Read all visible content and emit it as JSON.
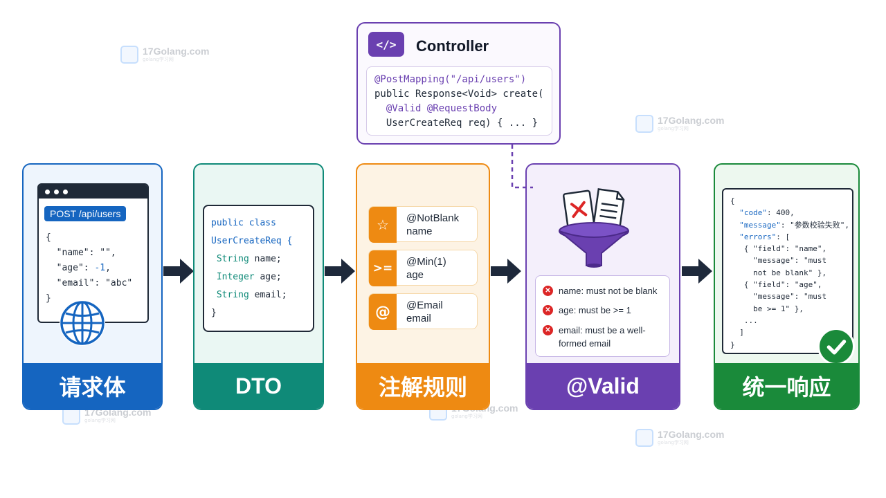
{
  "watermark": {
    "brand": "17Golang.com",
    "tagline": "golang学习网"
  },
  "stages": {
    "request": {
      "label": "请求体",
      "endpoint": "POST /api/users",
      "body_open": "{",
      "line_name": "  \"name\": \"\",",
      "line_age_key": "  \"age\": ",
      "line_age_value": "-1",
      "line_age_end": ",",
      "line_email": "  \"email\": \"abc\"",
      "body_close": "}",
      "icon": "globe-icon"
    },
    "dto": {
      "label": "DTO",
      "line1": "public class",
      "line2": "UserCreateReq {",
      "field1_type": "String",
      "field1_name": " name;",
      "field2_type": "Integer",
      "field2_name": " age;",
      "field3_type": "String",
      "field3_name": " email;",
      "close": "}"
    },
    "annotations": {
      "label": "注解规则",
      "rules": [
        {
          "icon": "star-icon",
          "symbol": "☆",
          "annotation": "@NotBlank",
          "field": "name"
        },
        {
          "icon": "gte-icon",
          "symbol": ">=",
          "annotation": "@Min(1)",
          "field": "age"
        },
        {
          "icon": "at-icon",
          "symbol": "@",
          "annotation": "@Email",
          "field": "email"
        }
      ]
    },
    "valid": {
      "label": "@Valid",
      "icon": "funnel-icon",
      "errors": [
        "name: must not be blank",
        "age: must be >= 1",
        "email: must be a well-formed email"
      ]
    },
    "response": {
      "label": "统一响应",
      "lines": {
        "l1": "{",
        "l2k": "  \"code\"",
        "l2v": ": 400,",
        "l3k": "  \"message\"",
        "l3v": ": \"参数校验失败\",",
        "l4k": "  \"errors\"",
        "l4v": ": [",
        "l5a": "   { \"",
        "l5k": "field",
        "l5v": "\": \"name\",",
        "l6a": "     \"",
        "l6k": "message",
        "l6v": "\": \"must",
        "l7": "     not be blank\" },",
        "l8a": "   { \"",
        "l8k": "field",
        "l8v": "\": \"age\",",
        "l9a": "     \"",
        "l9k": "message",
        "l9v": "\": \"must",
        "l10": "     be >= 1\" },",
        "l11": "   ...",
        "l12": "  ]",
        "l13": "}"
      },
      "icon": "check-circle-icon"
    }
  },
  "controller": {
    "icon_text": "</>",
    "title": "Controller",
    "line1": "@PostMapping(\"/api/users\")",
    "line2": "public Response<Void> create(",
    "line3_ann": "  @Valid @RequestBody",
    "line4": "  UserCreateReq req) { ... }"
  },
  "colors": {
    "request": "#1565c0",
    "dto": "#0f8a78",
    "annotations": "#ee8a12",
    "valid": "#6a40b0",
    "response": "#1a8a3a",
    "arrow": "#1e293b",
    "error": "#dc2626"
  }
}
